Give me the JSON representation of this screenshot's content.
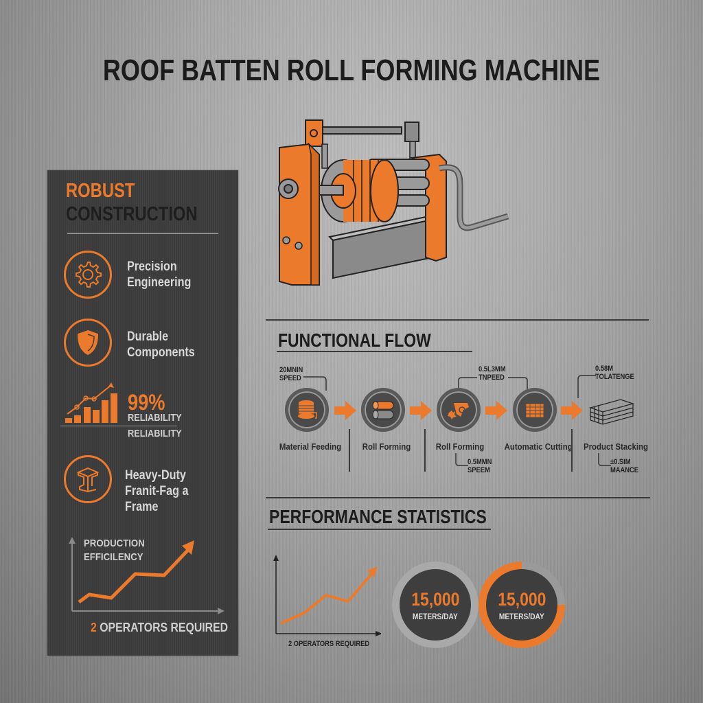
{
  "title": "ROOF BATTEN ROLL FORMING MACHINE",
  "colors": {
    "accent": "#ec7a2c",
    "panel": "#3d3d3d",
    "background": "#a6a6a6",
    "text_dark": "#1c1c1c",
    "text_light": "#d8d8d8"
  },
  "hero": {
    "image": "roll-forming-machine-illustration"
  },
  "left_panel": {
    "heading_line1": "ROBUST",
    "heading_line2": "CONSTRUCTION",
    "features": [
      {
        "icon": "gear-icon",
        "line1": "Precision",
        "line2": "Engineering"
      },
      {
        "icon": "shield-icon",
        "line1": "Durable",
        "line2": "Components"
      },
      {
        "icon": "i-beam-icon",
        "line1": "Heavy-Duty",
        "line2": "Franit-Fag a",
        "line3": "Frame"
      }
    ],
    "reliability": {
      "icon": "bar-chart-trend-icon",
      "value": "99%",
      "label": "RELIABILITY",
      "label_repeat": "RELIABILITY"
    },
    "efficiency_chart": {
      "label_line1": "PRODUCTION",
      "label_line2": "EFFICILENCY",
      "footer_num": "2",
      "footer_text": "OPERATORS REQUIRED"
    }
  },
  "functional_flow": {
    "title": "FUNCTIONAL FLOW",
    "steps": [
      {
        "icon": "wire-spool-icon",
        "label": "Material Feeding"
      },
      {
        "icon": "rollers-icon",
        "label": "Roll Forming"
      },
      {
        "icon": "forming-die-icon",
        "label": "Roll Forming"
      },
      {
        "icon": "cut-battens-icon",
        "label": "Automatic Cutting"
      },
      {
        "icon": "stacked-battens-icon",
        "label": "Product Stacking"
      }
    ],
    "callouts": [
      {
        "line1": "20MNIN",
        "line2": "SPEED"
      },
      {
        "line1": "0.5L3MM",
        "line2": "TNPEED"
      },
      {
        "line1": "0.5MMN",
        "line2": "SPEEM"
      },
      {
        "line1": "0.58M",
        "line2": "TOLATENGE"
      },
      {
        "line1": "±0.SIM",
        "line2": "MAANCE"
      }
    ]
  },
  "performance": {
    "title": "PERFORMANCE STATISTICS",
    "chart_footer": "2 OPERATORS REQUIRED",
    "stats": [
      {
        "value": "15,000",
        "unit": "METERS/DAY",
        "ring_progress": 0
      },
      {
        "value": "15,000",
        "unit": "METERS/DAY",
        "ring_progress": 75
      }
    ]
  }
}
